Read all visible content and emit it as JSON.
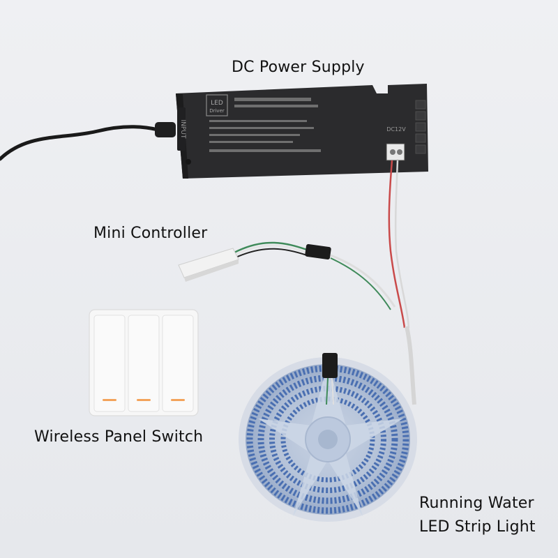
{
  "labels": {
    "power_supply": "DC Power Supply",
    "mini_controller": "Mini Controller",
    "panel_switch": "Wireless Panel Switch",
    "strip_line1": "Running Water",
    "strip_line2": "LED Strip Light"
  },
  "device_markings": {
    "logo_line1": "LED",
    "logo_line2": "Driver",
    "input_tag": "INPUT",
    "output_tag": "DC12V"
  },
  "colors": {
    "background": "#ecedf0",
    "power_supply_body": "#2b2b2d",
    "controller_body": "#f2f2f2",
    "switch_body": "#f7f7f7",
    "switch_indicator": "#f3a35a",
    "strip_reel": "#b9c6da",
    "strip_leds": "#4a6fb1"
  }
}
